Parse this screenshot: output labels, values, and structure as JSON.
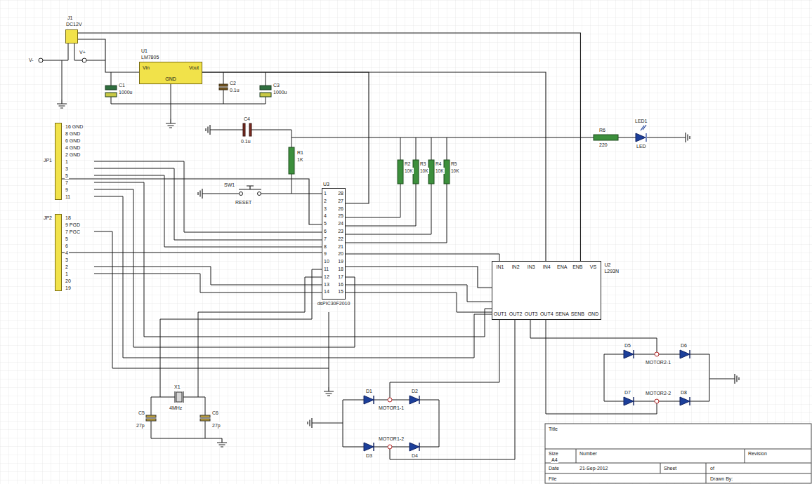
{
  "diagram": {
    "nodes": [
      {
        "text": [
          "J1",
          "DC12V"
        ]
      },
      {
        "text": [
          "U1",
          "LM7805",
          "Vin",
          "Vout",
          "GND"
        ]
      },
      {
        "text": [
          "JP1"
        ]
      },
      {
        "text": [
          "JP2"
        ]
      },
      {
        "text": [
          "U3",
          "dsPIC30F2010",
          "1",
          "28",
          "2",
          "27",
          "3",
          "26",
          "4",
          "25",
          "5",
          "24",
          "6",
          "23",
          "7",
          "22",
          "8",
          "21",
          "9",
          "20",
          "10",
          "19",
          "11",
          "18",
          "12",
          "17",
          "13",
          "16",
          "14",
          "15"
        ]
      },
      {
        "text": [
          "U2",
          "L293N",
          "IN1",
          "IN2",
          "IN3",
          "IN4",
          "ENA",
          "ENB",
          "VS",
          "OUT1",
          "OUT2",
          "OUT3",
          "OUT4",
          "SENA",
          "SENB",
          "GND"
        ]
      }
    ],
    "edges": [
      {
        "from": 0,
        "to": 1,
        "arrow": "none"
      },
      {
        "from": 0,
        "to": 5,
        "arrow": "none"
      },
      {
        "from": 1,
        "to": 4,
        "arrow": "none"
      },
      {
        "from": 1,
        "to": 5,
        "arrow": "none"
      },
      {
        "from": 2,
        "to": 4,
        "arrow": "none"
      },
      {
        "from": 3,
        "to": 4,
        "arrow": "none"
      },
      {
        "from": 4,
        "to": 5,
        "arrow": "none"
      }
    ],
    "labels": [
      "V-",
      "V+",
      "C1",
      "1000u",
      "C2",
      "0.1u",
      "C3",
      "1000u",
      "C4",
      "0.1u",
      "R1",
      "1K",
      "SW1",
      "RESET",
      "R2",
      "10K",
      "R3",
      "10K",
      "R4",
      "10K",
      "R5",
      "10K",
      "R6",
      "220",
      "LED1",
      "LED",
      "16 GND",
      "8 GND",
      "6 GND",
      "4 GND",
      "2 GND",
      "1",
      "3",
      "5",
      "7",
      "9",
      "11",
      "18",
      "9 PGD",
      "7 PGC",
      "5",
      "6",
      "4",
      "3",
      "2",
      "1",
      "20",
      "19",
      "X1",
      "4MHz",
      "C5",
      "27p",
      "C6",
      "27p",
      "D1",
      "D2",
      "MOTOR1-1",
      "MOTOR1-2",
      "D3",
      "D4",
      "D5",
      "D6",
      "MOTOR2-1",
      "MOTOR2-2",
      "D7",
      "D8",
      "Title",
      "Size",
      "A4",
      "Number",
      "Revision",
      "Date",
      "21-Sep-2012",
      "Sheet",
      "of",
      "File",
      "Drawn By:"
    ]
  }
}
